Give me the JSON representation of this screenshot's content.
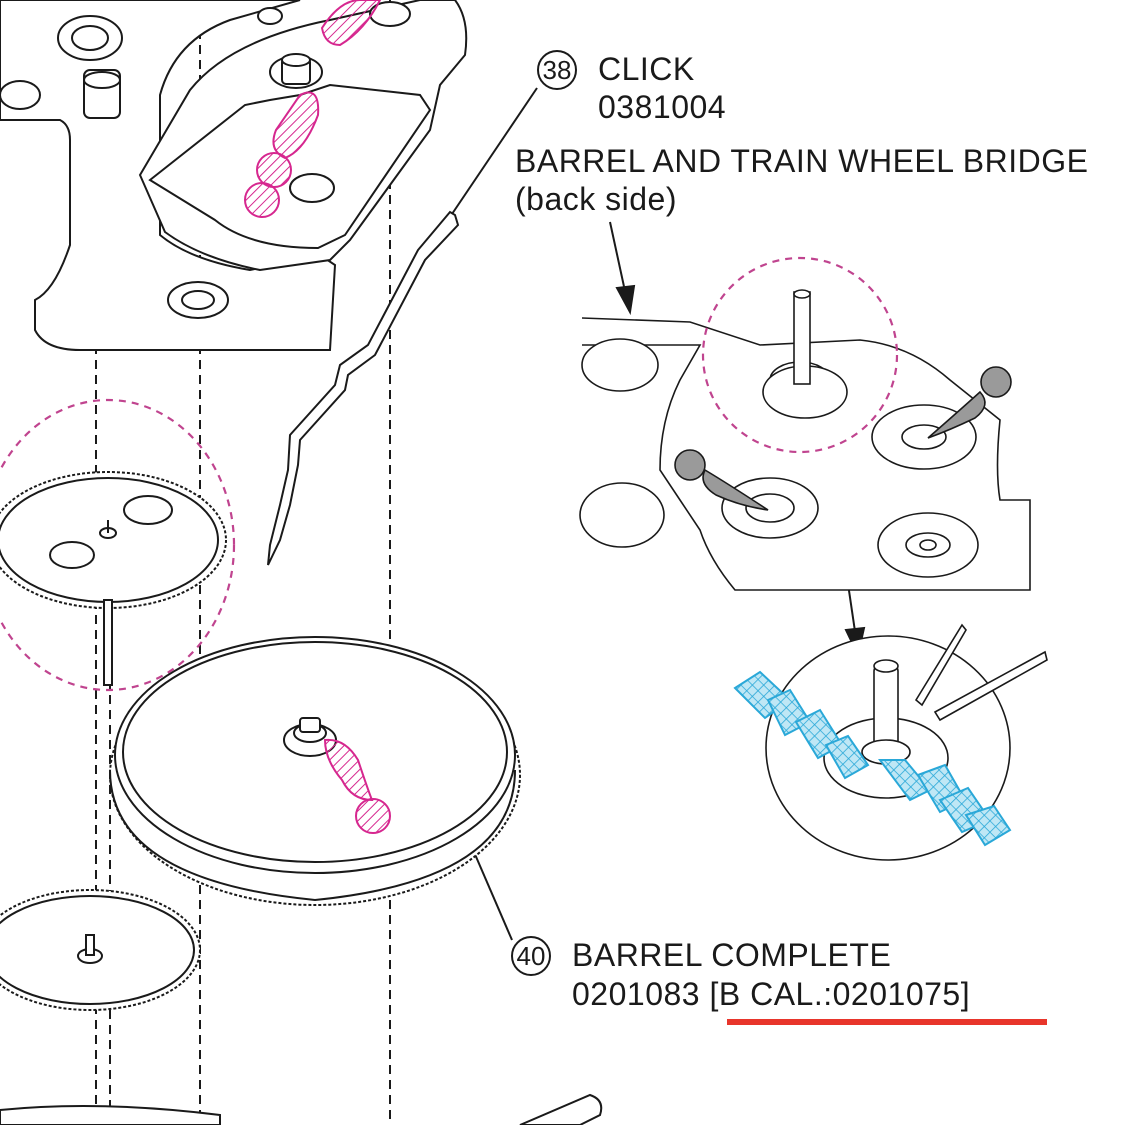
{
  "colors": {
    "line": "#1a1a1a",
    "magenta_hatch": "#d6278f",
    "magenta_dash": "#c0448f",
    "blue_grease": "#2aa8d8",
    "grey_oil": "#9a9a9a",
    "red_underline": "#e8352b"
  },
  "parts": [
    {
      "callout": "38",
      "name": "CLICK",
      "code": "0381004"
    },
    {
      "callout": "40",
      "name": "BARREL COMPLETE",
      "code": "0201083",
      "alt_code": "[B CAL.:0201075]"
    }
  ],
  "bridge_label": {
    "line1": "BARREL AND TRAIN WHEEL BRIDGE",
    "line2": "(back side)"
  },
  "icons": [
    "oil-drop-icon",
    "grease-hatch-icon",
    "magnify-circle-icon"
  ]
}
